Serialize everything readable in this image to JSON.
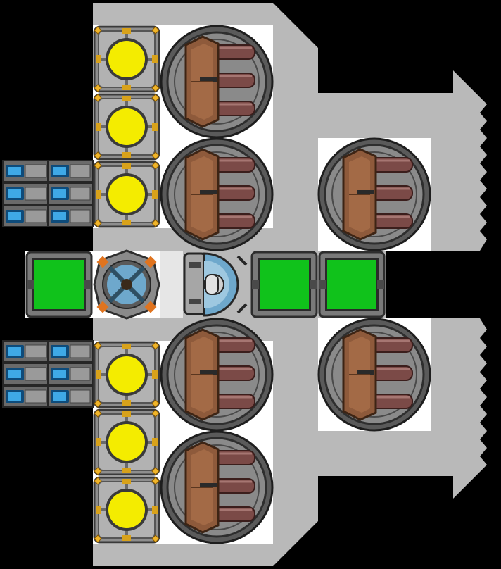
{
  "scene": {
    "name": "ship-blueprint",
    "colors": {
      "background": "#000000",
      "hull": "#b9b9b9",
      "floor": "#ffffff",
      "reactor_core": "#f4ec00",
      "cargo_fill": "#10c21b",
      "turret_barrel": "#7b4a47",
      "turret_body": "#8e5a3b",
      "battery_cell": "#3fa9e6"
    },
    "modules": {
      "turrets": 6,
      "reactors": 6,
      "cargo_bays": 3,
      "battery_banks": 2,
      "cockpit": 1,
      "core_hub": 1
    }
  }
}
